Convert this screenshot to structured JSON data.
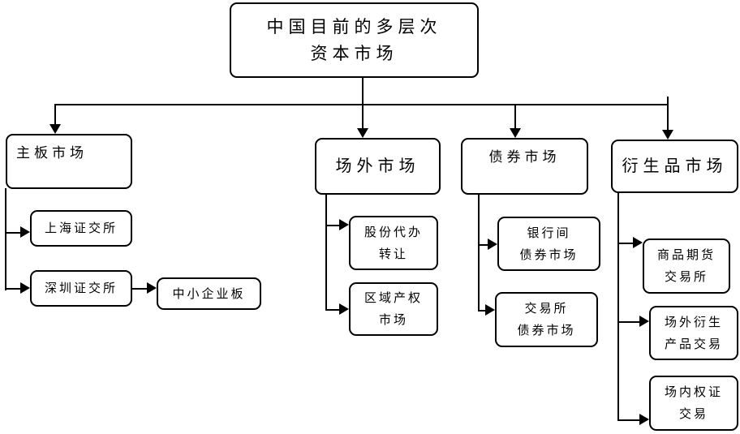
{
  "colors": {
    "background": "#ffffff",
    "box_fill": "#ffffff",
    "box_border": "#000000",
    "line": "#000000",
    "text": "#000000"
  },
  "nodes": {
    "root": {
      "label": "中国目前的多层次\n资本市场"
    },
    "main_board": {
      "label": "主板市场"
    },
    "shanghai_se": {
      "label": "上海证交所"
    },
    "shenzhen_se": {
      "label": "深圳证交所"
    },
    "sme_board": {
      "label": "中小企业板"
    },
    "otc_market": {
      "label": "场外市场"
    },
    "share_agency_transfer": {
      "label": "股份代办\n转让"
    },
    "regional_property_market": {
      "label": "区域产权\n市场"
    },
    "bond_market": {
      "label": "债券市场"
    },
    "interbank_bond_market": {
      "label": "银行间\n债券市场"
    },
    "exchange_bond_market": {
      "label": "交易所\n债券市场"
    },
    "derivatives_market": {
      "label": "衍生品市场"
    },
    "commodity_futures_exchange": {
      "label": "商品期货\n交易所"
    },
    "otc_derivatives_trading": {
      "label": "场外衍生\n产品交易"
    },
    "exchange_warrant_trading": {
      "label": "场内权证\n交易"
    }
  },
  "edges": [
    {
      "from": "root",
      "to": "main_board"
    },
    {
      "from": "root",
      "to": "otc_market"
    },
    {
      "from": "root",
      "to": "bond_market"
    },
    {
      "from": "root",
      "to": "derivatives_market"
    },
    {
      "from": "main_board",
      "to": "shanghai_se"
    },
    {
      "from": "main_board",
      "to": "shenzhen_se"
    },
    {
      "from": "shenzhen_se",
      "to": "sme_board"
    },
    {
      "from": "otc_market",
      "to": "share_agency_transfer"
    },
    {
      "from": "otc_market",
      "to": "regional_property_market"
    },
    {
      "from": "bond_market",
      "to": "interbank_bond_market"
    },
    {
      "from": "bond_market",
      "to": "exchange_bond_market"
    },
    {
      "from": "derivatives_market",
      "to": "commodity_futures_exchange"
    },
    {
      "from": "derivatives_market",
      "to": "otc_derivatives_trading"
    },
    {
      "from": "derivatives_market",
      "to": "exchange_warrant_trading"
    }
  ]
}
